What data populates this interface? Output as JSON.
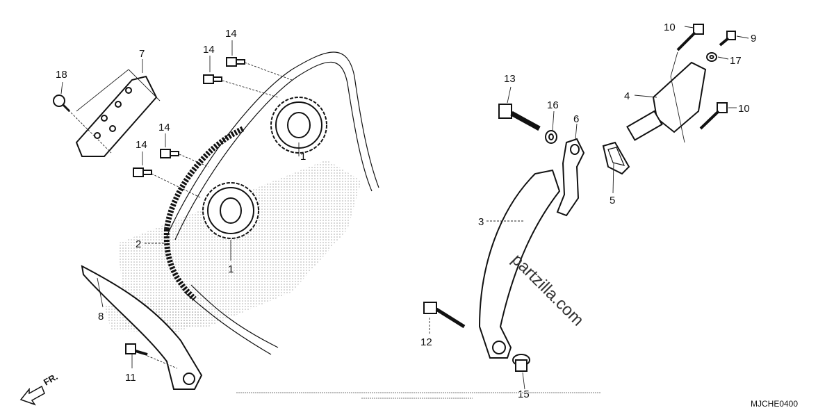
{
  "diagram": {
    "callouts": [
      {
        "id": "c1a",
        "text": "1"
      },
      {
        "id": "c1b",
        "text": "1"
      },
      {
        "id": "c2",
        "text": "2"
      },
      {
        "id": "c3",
        "text": "3"
      },
      {
        "id": "c4",
        "text": "4"
      },
      {
        "id": "c5",
        "text": "5"
      },
      {
        "id": "c6",
        "text": "6"
      },
      {
        "id": "c7",
        "text": "7"
      },
      {
        "id": "c8",
        "text": "8"
      },
      {
        "id": "c9",
        "text": "9"
      },
      {
        "id": "c10a",
        "text": "10"
      },
      {
        "id": "c10b",
        "text": "10"
      },
      {
        "id": "c11",
        "text": "11"
      },
      {
        "id": "c12",
        "text": "12"
      },
      {
        "id": "c13",
        "text": "13"
      },
      {
        "id": "c14a",
        "text": "14"
      },
      {
        "id": "c14b",
        "text": "14"
      },
      {
        "id": "c14c",
        "text": "14"
      },
      {
        "id": "c14d",
        "text": "14"
      },
      {
        "id": "c15",
        "text": "15"
      },
      {
        "id": "c16",
        "text": "16"
      },
      {
        "id": "c17",
        "text": "17"
      },
      {
        "id": "c18",
        "text": "18"
      }
    ],
    "watermark": "partzilla.com",
    "direction_label": "FR.",
    "diagram_code": "MJCHE0400"
  }
}
